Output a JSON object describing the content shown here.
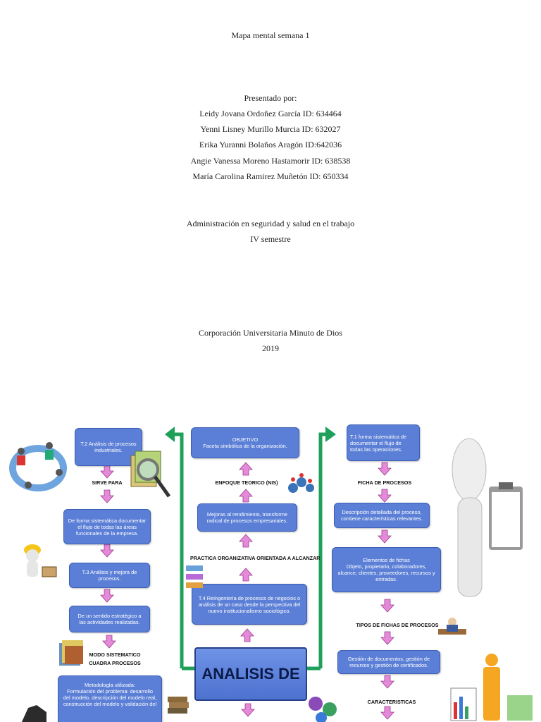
{
  "cover": {
    "title": "Mapa mental semana 1",
    "presented_by": "Presentado por:",
    "authors": [
      "Leidy Jovana Ordoñez García ID: 634464",
      "Yenni Lisney Murillo Murcia ID: 632027",
      "Erika Yuranni Bolaños Aragón ID:642036",
      "Angie Vanessa Moreno Hastamorir ID: 638538",
      "María Carolina Ramirez Muñetón ID: 650334"
    ],
    "program": "Administración en seguridad y salud en el trabajo",
    "semester": "IV semestre",
    "university": "Corporación Universitaria Minuto de Dios",
    "year": "2019"
  },
  "mindmap": {
    "center_title": "ANALISIS DE",
    "left": {
      "t2": [
        "T.2 Análisis de procesos",
        "industriales."
      ],
      "sirve_para": "SIRVE PARA",
      "forma": [
        "De forma sistemática documentar",
        "el flujo de todas las áreas",
        "funcionales de la empresa."
      ],
      "t3": [
        "T.3 Análisis y mejora de",
        "procesos."
      ],
      "sentido": [
        "De un sentido estratégico a",
        "las actividades realizadas."
      ],
      "modo": [
        "MODO SISTEMATICO",
        "CUADRA PROCESOS"
      ],
      "metodologia": [
        "Metodología utilizada:",
        "Formulación del problema: desarrollo",
        "del modelo, descripción del modelo real,",
        "construcción del modelo y validación del"
      ]
    },
    "center": {
      "objetivo_title": "OBJETIVO",
      "objetivo_text": "Faceta simbólica de la organización.",
      "enfoque": "ENFOQUE TEORICO (NIS)",
      "mejoras": [
        "Mejoras al rendimiento, transforme",
        "radical de procesos empresariales."
      ],
      "practica": "PRACTICA ORGANIZATIVA ORIENTADA A ALCANZAR",
      "t4": [
        "T.4 Reingeniería de procesos de negocios o",
        "análisis de un caso desde la perspectiva del",
        "nuevo institucionalismo sociológico."
      ]
    },
    "right": {
      "t1": [
        "T.1 forma sistemática de",
        "documentar el flujo de",
        "todas las operaciones."
      ],
      "ficha": "FICHA DE PROCESOS",
      "descripcion": [
        "Descripción detallada del proceso,",
        "contiene características relevantes."
      ],
      "elementos": [
        "Elementos de fichas",
        "Objeto, propietario, colaboradores,",
        "alcance, clientes, proveedores, recursos y",
        "entradas."
      ],
      "tipos": "TIPOS DE FICHAS DE PROCESOS",
      "gestion": [
        "Gestión de documentos, gestión de",
        "recursos y gestión de certificados."
      ],
      "caracteristicas": "CARACTERISTICAS"
    }
  }
}
